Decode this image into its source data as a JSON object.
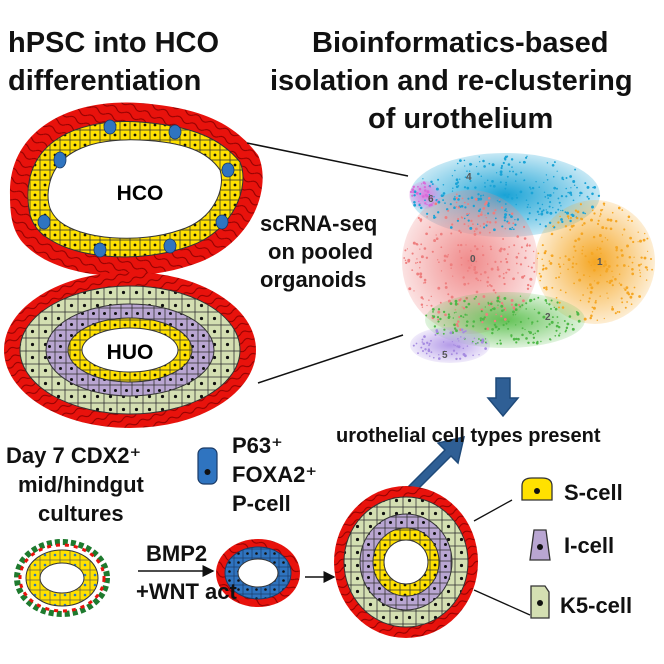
{
  "left_title": [
    "hPSC into HCO",
    "differentiation"
  ],
  "right_title": [
    "Bioinformatics-based",
    "isolation and re-clustering",
    "of urothelium"
  ],
  "hco_label": "HCO",
  "huo_label": "HUO",
  "scrna_label": [
    "scRNA-seq",
    "on pooled",
    "organoids"
  ],
  "cluster_labels": [
    "0",
    "1",
    "2",
    "4",
    "5",
    "6"
  ],
  "day7_label": [
    "Day 7 CDX2⁺",
    "mid/hindgut",
    "cultures"
  ],
  "pcell_label": [
    "P63⁺",
    "FOXA2⁺",
    "P-cell"
  ],
  "treatment_label": [
    "BMP2",
    "+WNT act"
  ],
  "cell_types_label": "urothelial cell types present",
  "legend": [
    {
      "name": "S-cell",
      "color": "#ffe100"
    },
    {
      "name": "I-cell",
      "color": "#b9a6d2"
    },
    {
      "name": "K5-cell",
      "color": "#d4dfb2"
    }
  ],
  "colors": {
    "stroma": "#e8120c",
    "yellow": "#ffe100",
    "blue": "#2f74c0",
    "lavender": "#b9a6d2",
    "sage": "#d4dfb2",
    "arrow": "#1f4a7a"
  }
}
